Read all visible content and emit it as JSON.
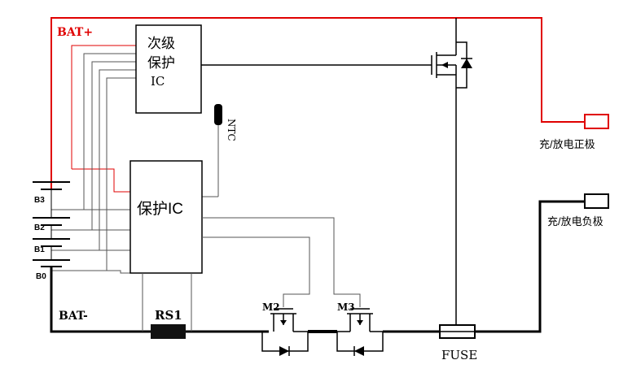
{
  "labels": {
    "bat_plus": "BAT+",
    "bat_minus": "BAT-",
    "secondary_ic_line1": "次级",
    "secondary_ic_line2": "保护",
    "secondary_ic_line3": "IC",
    "protect_ic": "保护IC",
    "ntc": "NTC",
    "b3": "B3",
    "b2": "B2",
    "b1": "B1",
    "b0": "B0",
    "rs1": "RS1",
    "m2": "M2",
    "m3": "M3",
    "fuse": "FUSE",
    "charge_positive": "充/放电正极",
    "charge_negative": "充/放电负极"
  },
  "colors": {
    "positive_wire": "#e00000",
    "wire": "#000000",
    "sense_wire": "#555555",
    "resistor_fill": "#111111"
  }
}
